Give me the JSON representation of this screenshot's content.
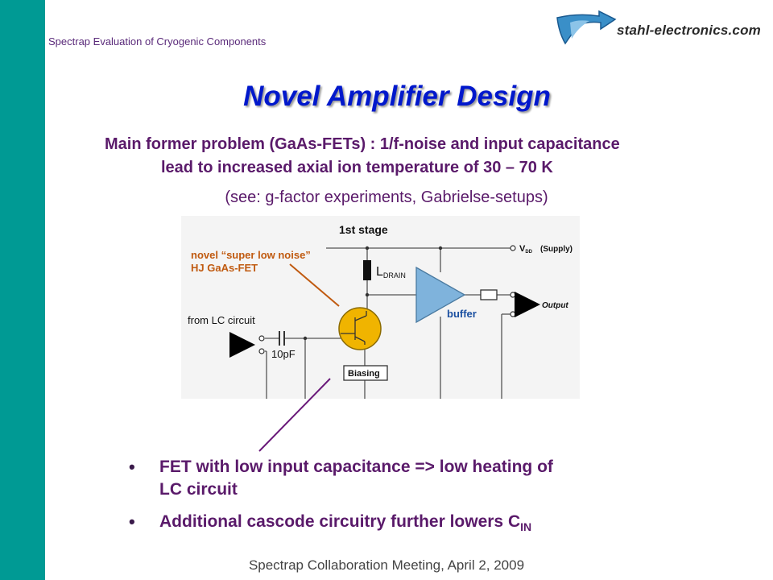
{
  "header": {
    "subtitle": "Spectrap Evaluation of Cryogenic Components",
    "logo_text": "stahl-electronics.com"
  },
  "title": "Novel Amplifier Design",
  "problem": {
    "line1": "Main former problem (GaAs-FETs) : 1/f-noise and input capacitance",
    "line2": "lead to increased axial ion temperature of 30 – 70 K"
  },
  "reference": "(see: g-factor experiments, Gabrielse-setups)",
  "circuit": {
    "stage_label": "1st stage",
    "fet_label_1": "novel “super low noise”",
    "fet_label_2": "HJ GaAs-FET",
    "ldrain_main": "L",
    "ldrain_sub": "DRAIN",
    "vdd_main": "V",
    "vdd_sub": "DD",
    "supply_label": "(Supply)",
    "buffer_label": "buffer",
    "output_label": "Output",
    "input_label": "from LC circuit",
    "cap_label": "10pF",
    "biasing_label": "Biasing",
    "colors": {
      "fet": "#f0b400",
      "buffer": "#7fb3dc",
      "arrow": "#c05a10",
      "buffer_text": "#1a4fa0"
    }
  },
  "bullets": {
    "b1_line1": "FET with low input capacitance => low heating of",
    "b1_line2": "LC circuit",
    "b2_text": "Additional cascode circuitry further lowers C",
    "b2_sub": "IN"
  },
  "footer": "Spectrap Collaboration Meeting, April 2, 2009",
  "colors": {
    "sidebar": "#009a94",
    "title": "#0018cc",
    "text": "#5a1a6a"
  }
}
